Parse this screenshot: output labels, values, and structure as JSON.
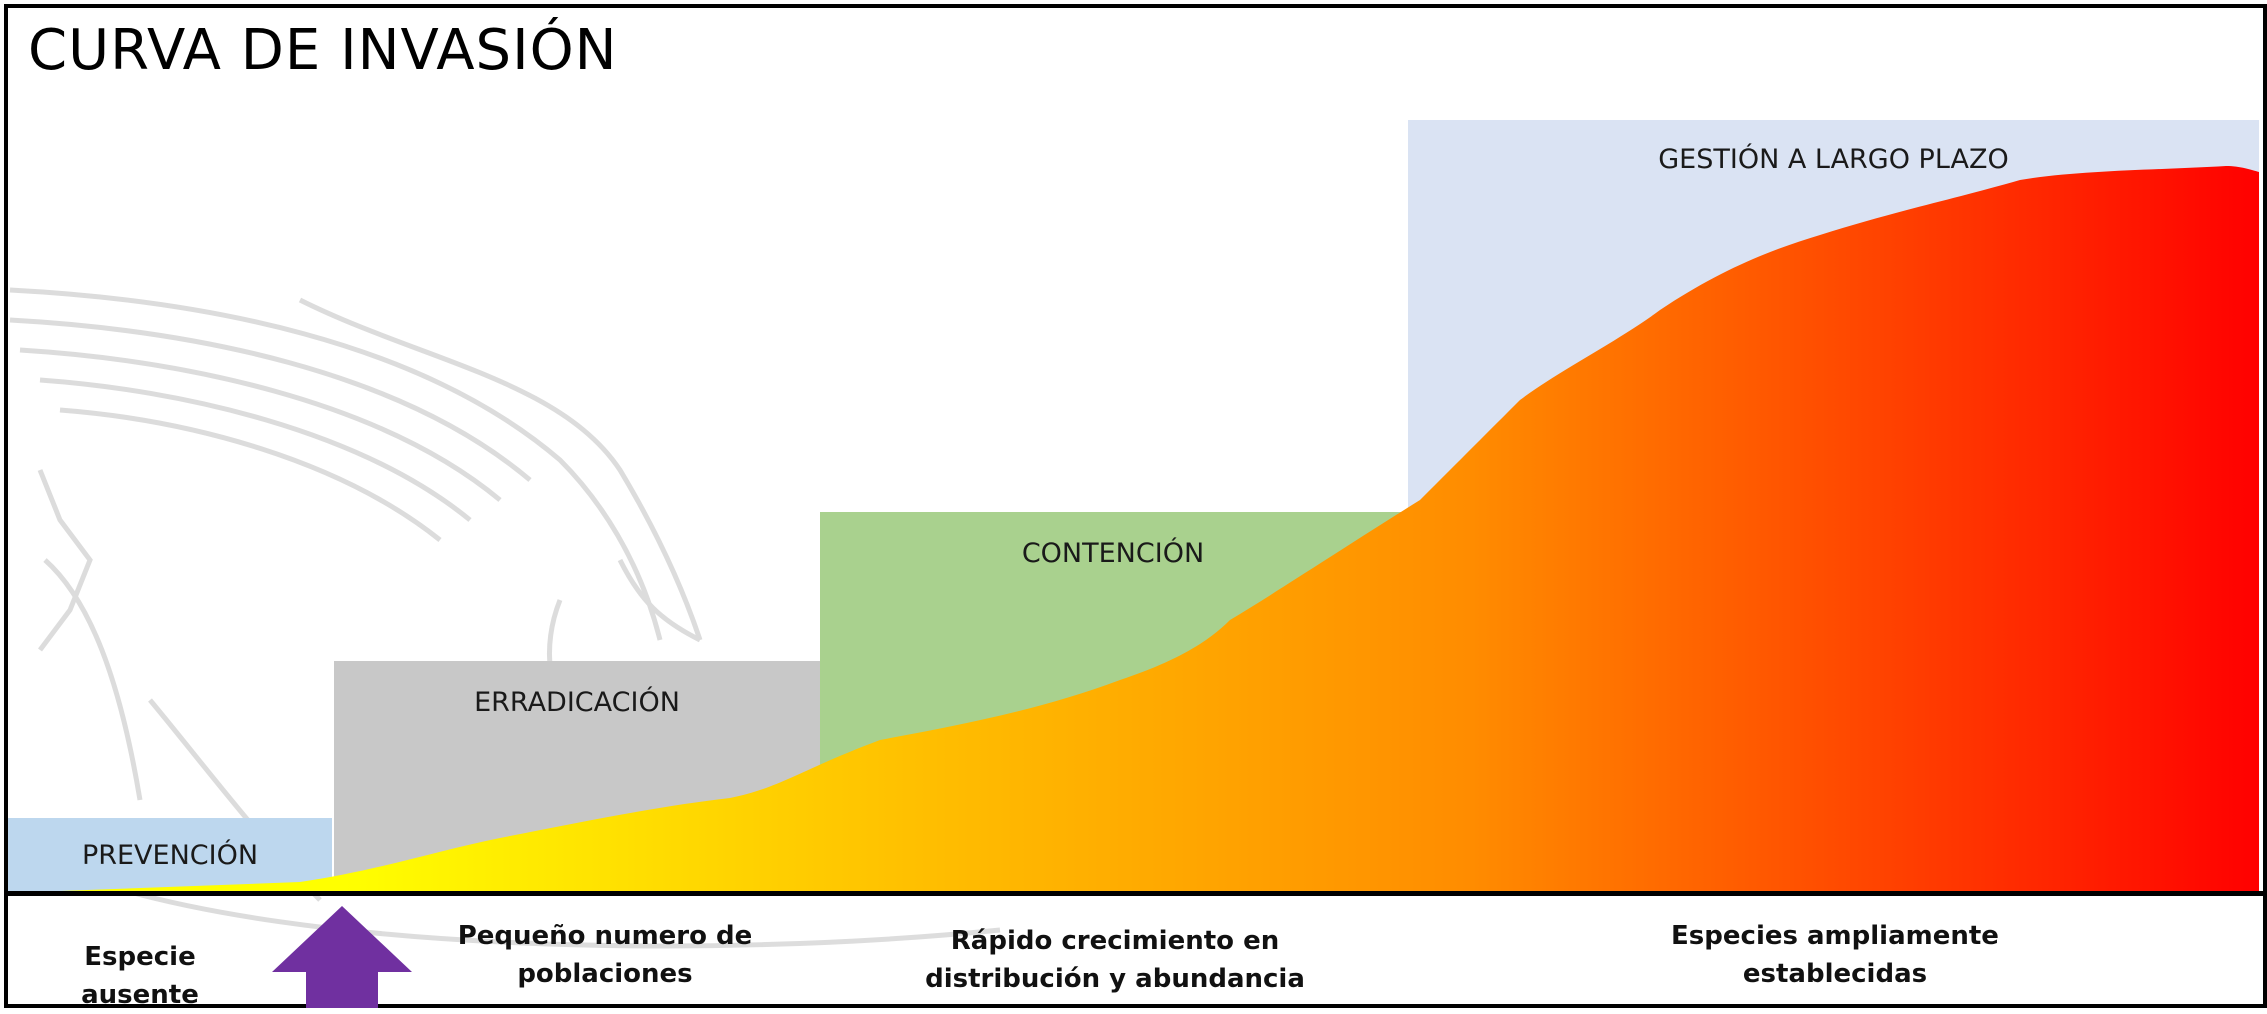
{
  "title": "CURVA DE INVASIÓN",
  "phases": [
    {
      "label": "PREVENCIÓN",
      "color": "#bdd7ee"
    },
    {
      "label": "ERRADICACIÓN",
      "color": "#c8c8c8"
    },
    {
      "label": "CONTENCIÓN",
      "color": "#a9d18e"
    },
    {
      "label": "GESTIÓN A LARGO PLAZO",
      "color": "#dae3f3"
    }
  ],
  "stages": [
    {
      "label": "Especie ausente"
    },
    {
      "label": "Pequeño numero de poblaciones"
    },
    {
      "label": "Rápido crecimiento en distribución y abundancia"
    },
    {
      "label": "Especies ampliamente establecidas"
    }
  ],
  "curve_gradient": [
    "#ffff00",
    "#ffc000",
    "#ff8c00",
    "#ff0000"
  ],
  "arrow_color": "#7030a0",
  "watermark": "eagle-emblem"
}
